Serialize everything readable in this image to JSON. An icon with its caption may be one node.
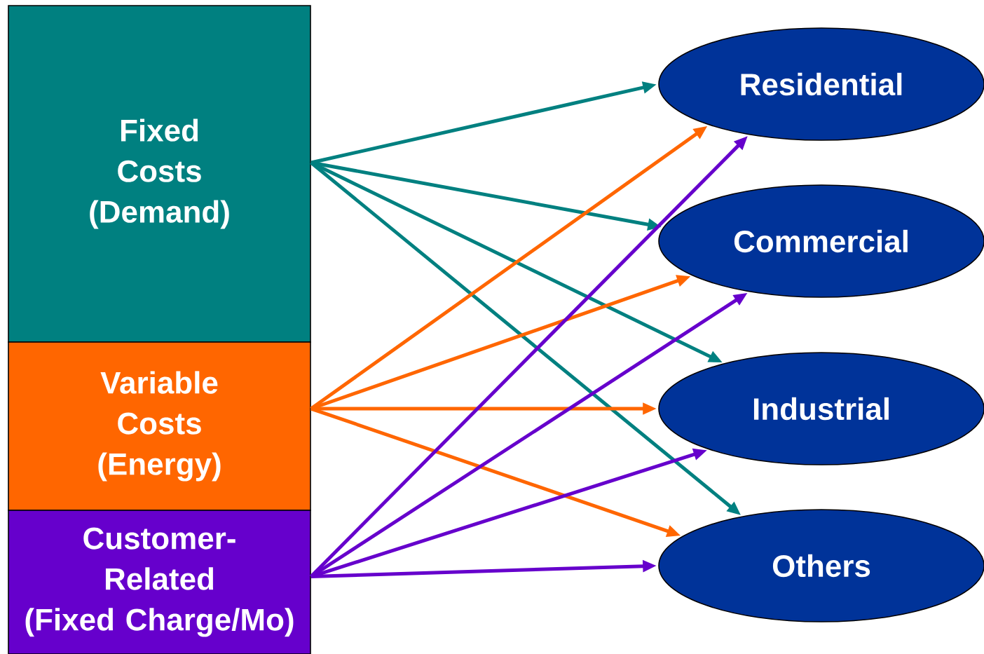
{
  "diagram": {
    "nodes": [
      {
        "text": [
          "Fixed Costs (Demand)"
        ]
      },
      {
        "text": [
          "Variable Costs (Energy)"
        ]
      },
      {
        "text": [
          "Customer-Related (Fixed Charge/Mo)"
        ]
      },
      {
        "text": [
          "Residential"
        ]
      },
      {
        "text": [
          "Commercial"
        ]
      },
      {
        "text": [
          "Industrial"
        ]
      },
      {
        "text": [
          "Others"
        ]
      }
    ],
    "edges": [
      {
        "from": 0,
        "to": 3,
        "arrow": "to",
        "color": "#008080"
      },
      {
        "from": 0,
        "to": 4,
        "arrow": "to",
        "color": "#008080"
      },
      {
        "from": 0,
        "to": 5,
        "arrow": "to",
        "color": "#008080"
      },
      {
        "from": 0,
        "to": 6,
        "arrow": "to",
        "color": "#008080"
      },
      {
        "from": 1,
        "to": 3,
        "arrow": "to",
        "color": "#ff6600"
      },
      {
        "from": 1,
        "to": 4,
        "arrow": "to",
        "color": "#ff6600"
      },
      {
        "from": 1,
        "to": 5,
        "arrow": "to",
        "color": "#ff6600"
      },
      {
        "from": 1,
        "to": 6,
        "arrow": "to",
        "color": "#ff6600"
      },
      {
        "from": 2,
        "to": 3,
        "arrow": "to",
        "color": "#6600cc"
      },
      {
        "from": 2,
        "to": 4,
        "arrow": "to",
        "color": "#6600cc"
      },
      {
        "from": 2,
        "to": 5,
        "arrow": "to",
        "color": "#6600cc"
      },
      {
        "from": 2,
        "to": 6,
        "arrow": "to",
        "color": "#6600cc"
      }
    ]
  }
}
